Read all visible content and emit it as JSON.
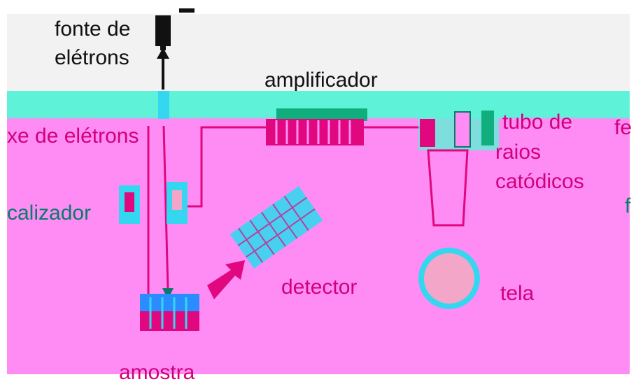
{
  "labels": {
    "electron_source_line1": "fonte de",
    "electron_source_line2": "elétrons",
    "amplifier": "amplificador",
    "electron_beam": "xe de elétrons",
    "crt_line1": "tubo de",
    "crt_line2": "raios",
    "crt_line3": "catódicos",
    "right_edge_top": "fe",
    "right_edge_mid": "f",
    "localizer": "calizador",
    "detector": "detector",
    "screen": "tela",
    "sample": "amostra"
  },
  "colors": {
    "background_top": "#f2f2f2",
    "chamber": "#ff8cf5",
    "band": "#5ef2d8",
    "cyan": "#35d7f0",
    "magenta": "#e0077f",
    "blue": "#2a8cff",
    "pink": "#f4a6c8",
    "dark": "#111111"
  }
}
